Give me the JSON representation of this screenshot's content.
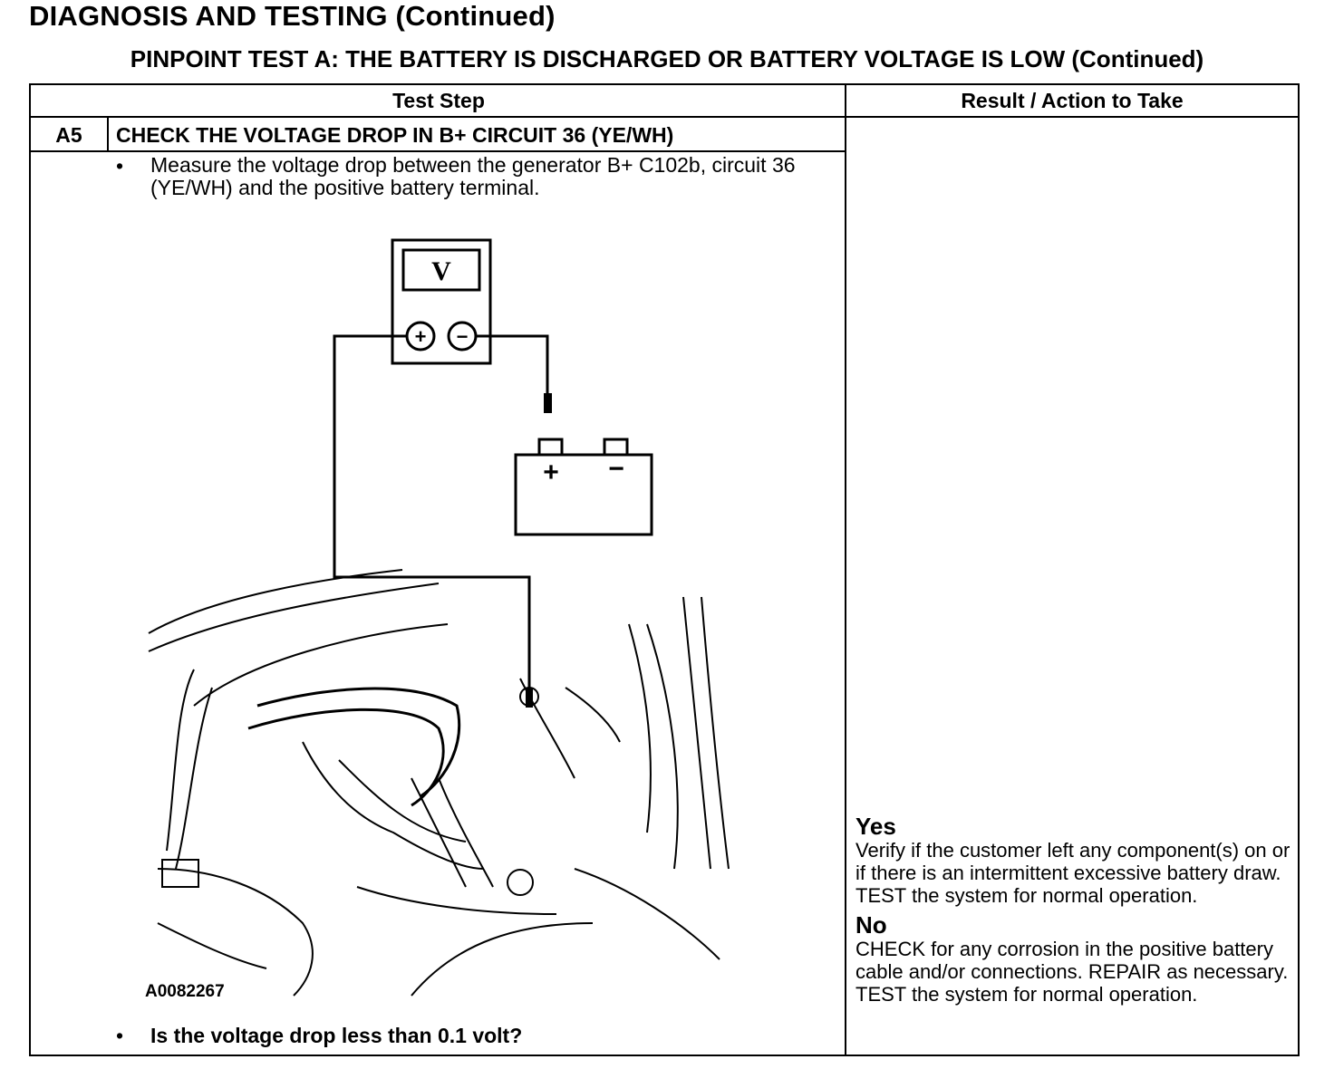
{
  "section_title": "DIAGNOSIS AND TESTING (Continued)",
  "test_title": "PINPOINT TEST  A: THE BATTERY IS DISCHARGED OR BATTERY VOLTAGE IS LOW (Continued)",
  "table": {
    "col_test_step": "Test Step",
    "col_result": "Result / Action to Take"
  },
  "step": {
    "id": "A5",
    "title": "CHECK THE VOLTAGE DROP IN B+ CIRCUIT 36 (YE/WH)",
    "bullet": "•",
    "instruction": "Measure the voltage drop between the generator B+ C102b, circuit 36 (YE/WH) and the positive battery terminal.",
    "question": "Is the voltage drop less than 0.1 volt?"
  },
  "figure": {
    "meter_label": "V",
    "meter_plus": "+",
    "meter_minus": "−",
    "battery_plus": "+",
    "battery_minus": "−",
    "figure_id": "A0082267"
  },
  "result": {
    "yes_label": "Yes",
    "yes_text": "Verify if the customer left any component(s) on or if there is an intermittent excessive battery draw. TEST the system for normal operation.",
    "no_label": "No",
    "no_text": "CHECK for any corrosion in the positive battery cable and/or connections. REPAIR as necessary. TEST the system for normal operation."
  }
}
